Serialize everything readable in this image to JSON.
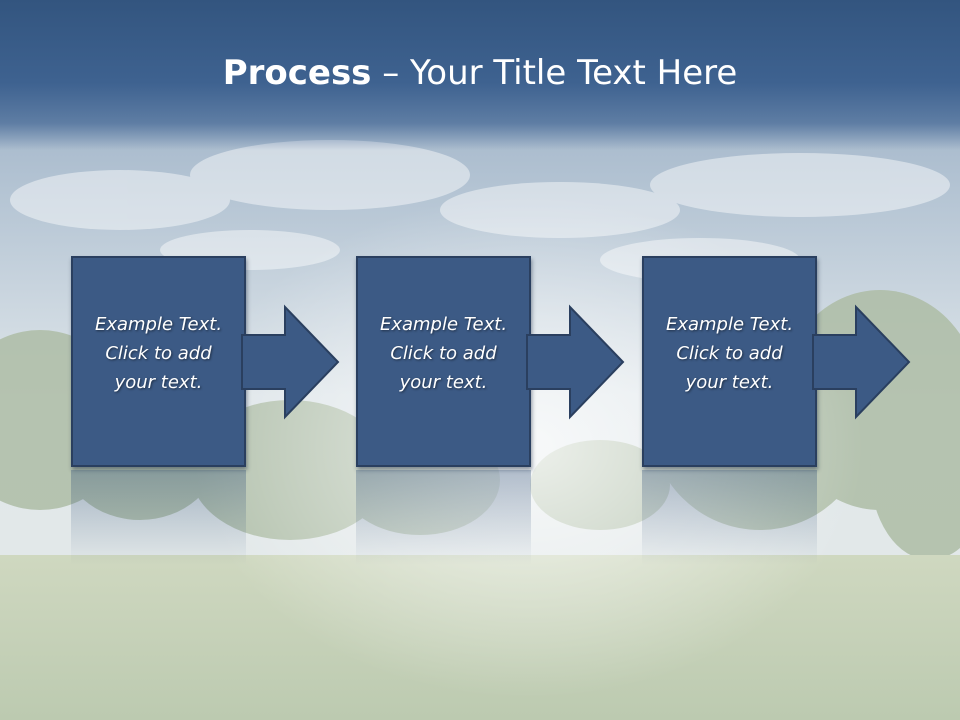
{
  "slide": {
    "title_bold": "Process",
    "title_rest": " – Your Title Text Here",
    "steps": [
      {
        "line1": "Example Text.",
        "line2": "Click  to add",
        "line3": "your text."
      },
      {
        "line1": "Example Text.",
        "line2": "Click  to add",
        "line3": "your text."
      },
      {
        "line1": "Example Text.",
        "line2": "Click  to add",
        "line3": "your text."
      }
    ]
  },
  "colors": {
    "title_bar": "#3a5d8c",
    "box_fill": "#3c5a85",
    "box_border": "#2a3f5f",
    "text": "#ffffff"
  }
}
